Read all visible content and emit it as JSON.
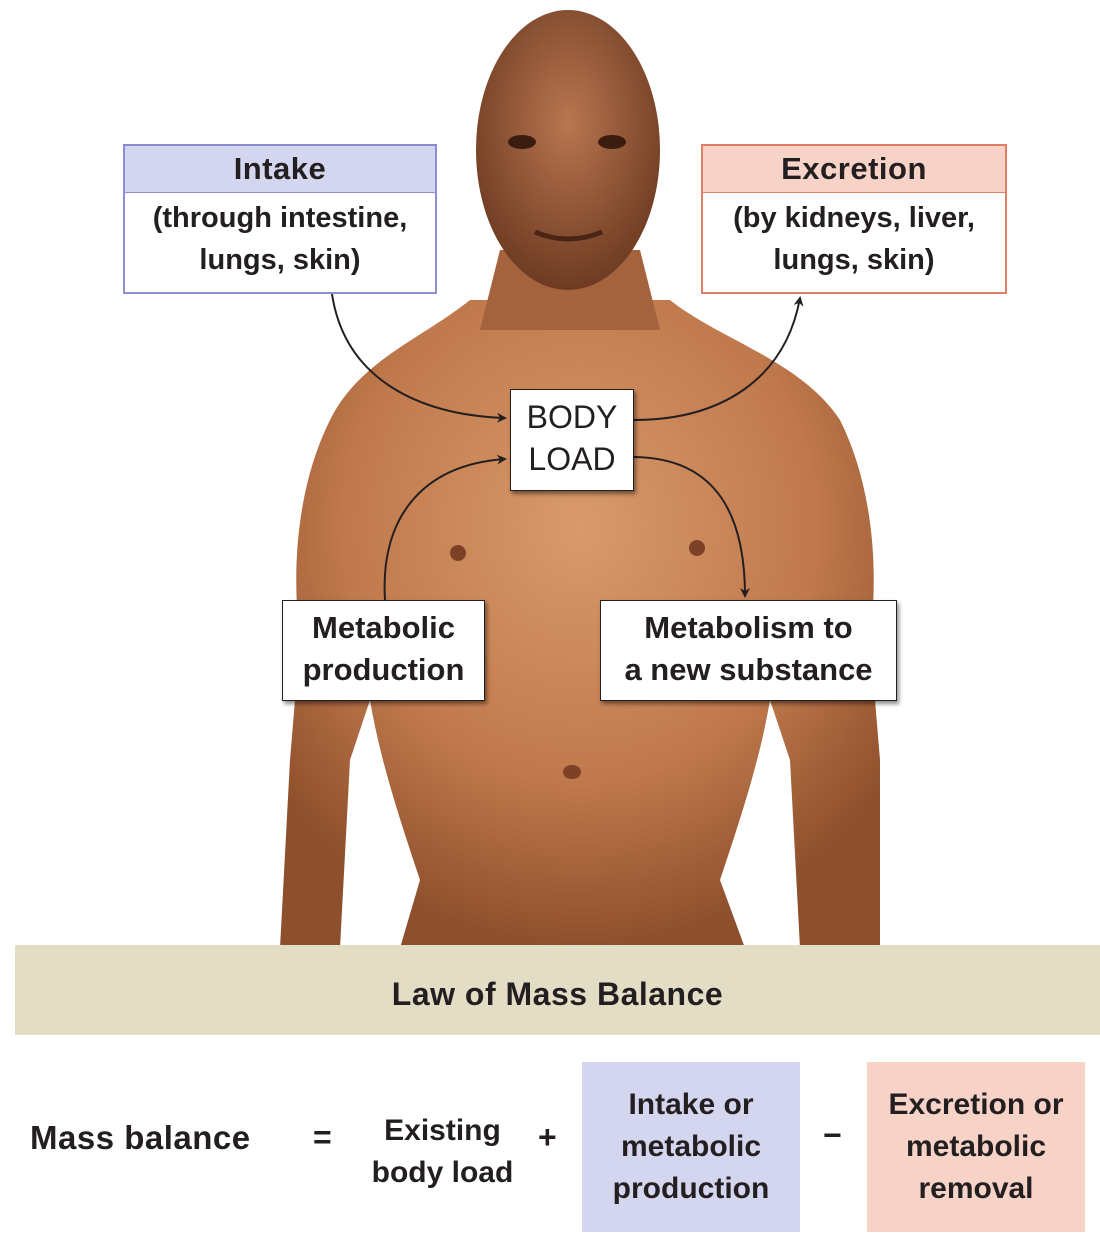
{
  "diagram": {
    "intake": {
      "title": "Intake",
      "detail_line1": "(through intestine,",
      "detail_line2": "lungs, skin)"
    },
    "excretion": {
      "title": "Excretion",
      "detail_line1": "(by kidneys, liver,",
      "detail_line2": "lungs, skin)"
    },
    "body_load": {
      "line1": "BODY",
      "line2": "LOAD"
    },
    "metabolic_production": {
      "line1": "Metabolic",
      "line2": "production"
    },
    "metabolism_new": {
      "line1": "Metabolism to",
      "line2": "a new substance"
    }
  },
  "law": {
    "title": "Law of Mass Balance",
    "lhs": "Mass balance",
    "equals": "=",
    "term1_line1": "Existing",
    "term1_line2": "body load",
    "plus": "+",
    "term2_line1": "Intake or",
    "term2_line2": "metabolic",
    "term2_line3": "production",
    "minus": "−",
    "term3_line1": "Excretion or",
    "term3_line2": "metabolic",
    "term3_line3": "removal"
  },
  "colors": {
    "intake_fill": "#d4d5ef",
    "intake_border": "#8c8ed0",
    "excretion_fill": "#f7d3c7",
    "excretion_border": "#e07f65",
    "title_band": "#e4ddc6",
    "skin": "#c8865a"
  }
}
